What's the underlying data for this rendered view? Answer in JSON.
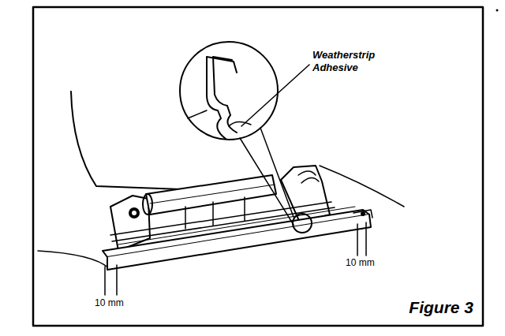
{
  "diagram": {
    "caption": "Figure 3",
    "labels": [
      "Weatherstrip Adhesive",
      "10 mm",
      "10 mm"
    ]
  }
}
